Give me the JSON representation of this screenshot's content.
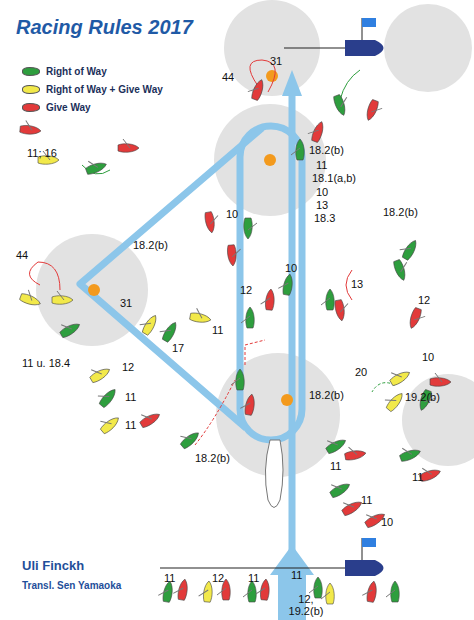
{
  "diagram": {
    "title": "Racing Rules 2017",
    "labels": [
      "44",
      "31",
      "18.2(b)",
      "18.2(b)",
      "11",
      "11; 16",
      "18.1(a,b)",
      "10",
      "13",
      "18.3",
      "10",
      "10",
      "13",
      "12",
      "12",
      "44",
      "18.2(b)",
      "31",
      "11 u. 18.4",
      "12",
      "17",
      "11",
      "11",
      "11",
      "20",
      "10",
      "19.2(b)",
      "18.2(b)",
      "18.2(b)",
      "11",
      "11",
      "11",
      "10",
      "11",
      "12",
      "11",
      "11",
      "12, 19.2(b)",
      "Uli Finckh",
      "Transl. Sen Yamaoka"
    ],
    "legend": [
      {
        "text": "Right of Way",
        "color": "#2e9e3e"
      },
      {
        "text": "Right of Way + Give Way",
        "color": "#f2e94a"
      },
      {
        "text": "Give Way",
        "color": "#e23a3a"
      }
    ]
  }
}
